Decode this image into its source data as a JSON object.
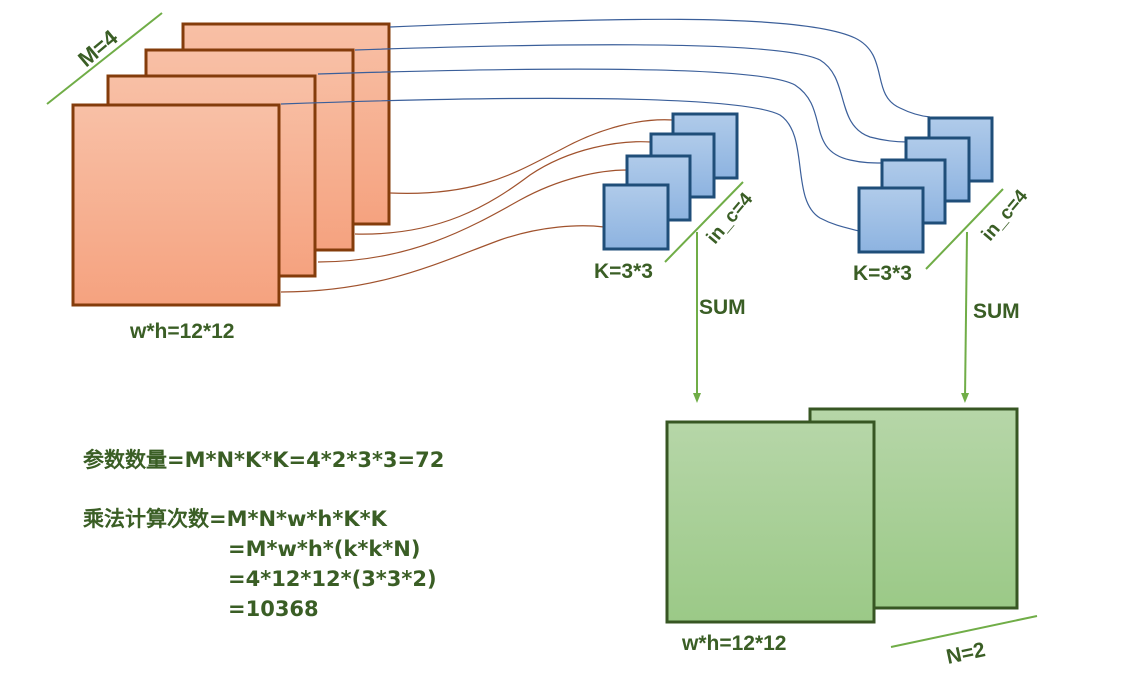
{
  "colors": {
    "input_fill_top": "#f8c0a6",
    "input_fill_bottom": "#f5a27f",
    "input_stroke": "#843c0b",
    "kernel_fill_top": "#b0cbea",
    "kernel_fill_bottom": "#8db3e0",
    "kernel_stroke": "#1f4e79",
    "output_fill_top": "#b6d6a8",
    "output_fill_bottom": "#9bc987",
    "output_stroke": "#375623",
    "label_green": "#3a5e25",
    "guide_green": "#70ad47",
    "curve_brown": "#a0522d",
    "curve_blue": "#3b5f9a"
  },
  "input": {
    "channel_label": "M=4",
    "size_label": "w*h=12*12",
    "channels": 4
  },
  "kernels": [
    {
      "size_label": "K=3*3",
      "channel_label": "in_c=4",
      "sum_label": "SUM"
    },
    {
      "size_label": "K=3*3",
      "channel_label": "in_c=4",
      "sum_label": "SUM"
    }
  ],
  "output": {
    "size_label": "w*h=12*12",
    "channel_label": "N=2",
    "channels": 2
  },
  "formulas": {
    "params_line": "参数数量=M*N*K*K=4*2*3*3=72",
    "mult_line1": "乘法计算次数=M*N*w*h*K*K",
    "mult_line2": "=M*w*h*(k*k*N)",
    "mult_line3": "=4*12*12*(3*3*2)",
    "mult_line4": "=10368"
  }
}
